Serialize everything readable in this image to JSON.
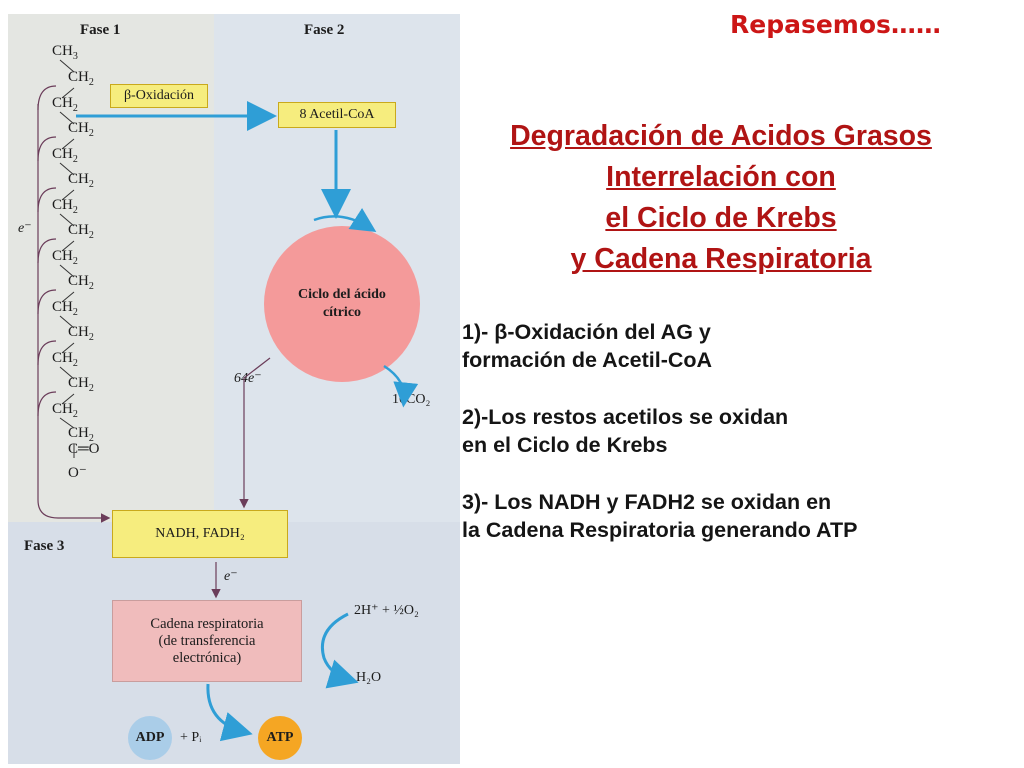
{
  "figure": {
    "phase1_label": "Fase 1",
    "phase2_label": "Fase 2",
    "phase3_label": "Fase 3",
    "chain_rows": [
      {
        "main": "CH",
        "sub": "3"
      },
      {
        "main": "CH",
        "sub": "2"
      },
      {
        "main": "CH",
        "sub": "2"
      },
      {
        "main": "CH",
        "sub": "2"
      },
      {
        "main": "CH",
        "sub": "2"
      },
      {
        "main": "CH",
        "sub": "2"
      },
      {
        "main": "CH",
        "sub": "2"
      },
      {
        "main": "CH",
        "sub": "2"
      },
      {
        "main": "CH",
        "sub": "2"
      },
      {
        "main": "CH",
        "sub": "2"
      },
      {
        "main": "CH",
        "sub": "2"
      },
      {
        "main": "CH",
        "sub": "2"
      },
      {
        "main": "CH",
        "sub": "2"
      },
      {
        "main": "CH",
        "sub": "2"
      },
      {
        "main": "CH",
        "sub": "2"
      },
      {
        "main": "CH",
        "sub": "2"
      },
      {
        "main": "C═O",
        "sub": ""
      },
      {
        "main": "O⁻",
        "sub": ""
      }
    ],
    "beta_oxidation": "β-Oxidación",
    "acetyl_coa": "8 Acetil-CoA",
    "cycle_line1": "Ciclo del ácido",
    "cycle_line2": "cítrico",
    "electrons_left": "e⁻",
    "electrons_64": "64e⁻",
    "co2": "16CO₂",
    "nadh_box": "NADH, FADH₂",
    "electrons_down": "e⁻",
    "chain_box_line1": "Cadena respiratoria",
    "chain_box_line2": "(de transferencia",
    "chain_box_line3": "electrónica)",
    "oxygen": "2H⁺ + ½O₂",
    "water": "H₂O",
    "adp": "ADP",
    "plus_pi": "+ Pᵢ",
    "atp": "ATP"
  },
  "slide": {
    "repasemos": "Repasemos……",
    "title_lines": [
      "Degradación de Acidos Grasos",
      "Interrelación con ",
      "el Ciclo de Krebs",
      "y Cadena Respiratoria"
    ],
    "points": [
      [
        "1)- β-Oxidación del AG y",
        "formación de Acetil-CoA"
      ],
      [
        "2)-Los restos acetilos se oxidan",
        "en el Ciclo de Krebs"
      ],
      [
        "3)- Los NADH y FADH2 se oxidan en",
        "la Cadena Respiratoria generando ATP"
      ]
    ]
  },
  "colors": {
    "title_red": "#b01414",
    "repasemos_red": "#cc1616",
    "arrow_blue": "#2f9ed6",
    "arrow_dark": "#6b3d5a",
    "box_yellow": "#f6ed7e",
    "circle_pink": "#f49a9a",
    "adp_blue": "#aacde8",
    "atp_orange": "#f5a623"
  }
}
